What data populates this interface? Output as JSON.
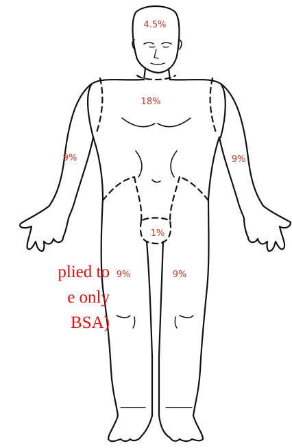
{
  "regions": {
    "head": "4.5%",
    "trunk": "18%",
    "left_arm": "9%",
    "right_arm": "9%",
    "groin": "1%",
    "left_leg": "9%",
    "right_leg": "9%"
  },
  "caption": {
    "line1": "plied to",
    "line2": "e only",
    "line3": "BSA)"
  },
  "colors": {
    "outline": "#111111",
    "label": "#c0392b",
    "caption": "#e01010"
  }
}
